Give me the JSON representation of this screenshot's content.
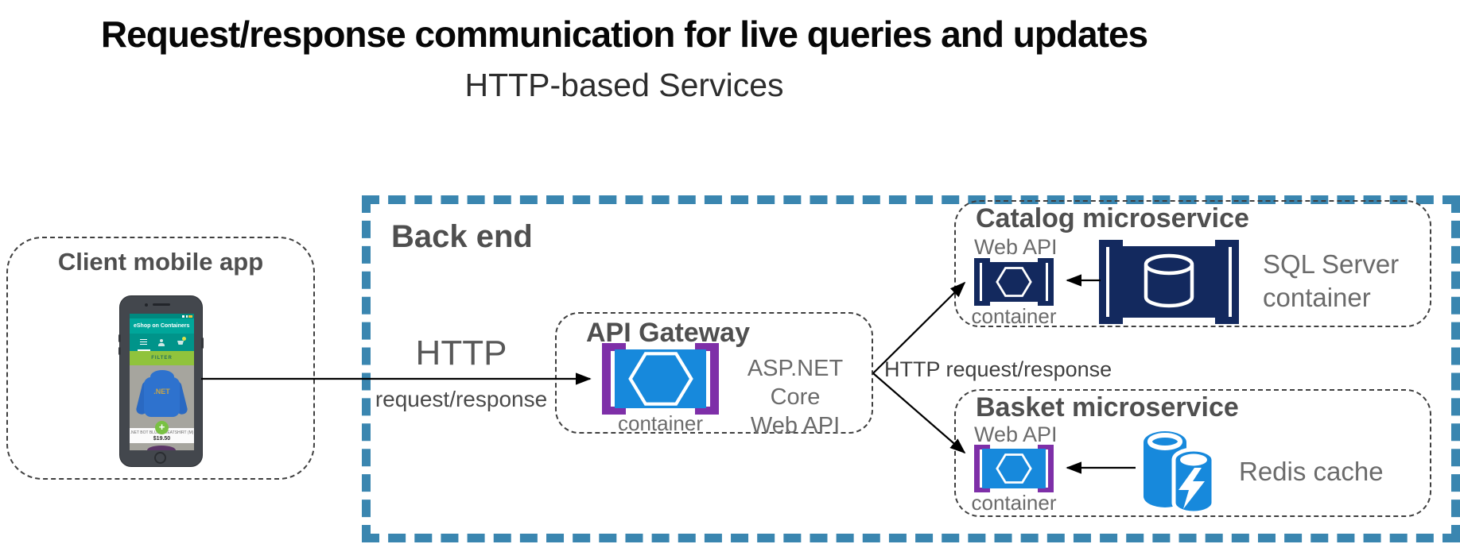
{
  "header": {
    "title": "Request/response communication for live queries and updates",
    "subtitle": "HTTP-based Services"
  },
  "client": {
    "title": "Client mobile app",
    "phone": {
      "app_title": "eShop on Containers",
      "filter_label": "FILTER",
      "hoodie_logo": ".NET",
      "plus_label": "+",
      "product_name": ".NET BOT BLUE SWEATSHIRT (M)",
      "product_price": "$19.50"
    }
  },
  "backend": {
    "title": "Back end",
    "gateway": {
      "title": "API Gateway",
      "container_label": "container",
      "side_text_line1": "ASP.NET Core",
      "side_text_line2": "Web API"
    },
    "catalog": {
      "title": "Catalog microservice",
      "webapi_label": "Web API",
      "container_label": "container",
      "db_text_line1": "SQL Server",
      "db_text_line2": "container"
    },
    "basket": {
      "title": "Basket microservice",
      "webapi_label": "Web API",
      "container_label": "container",
      "cache_text": "Redis cache"
    }
  },
  "arrows": {
    "client_to_gateway_line1": "HTTP",
    "client_to_gateway_line2": "request/response",
    "gateway_fork_label": "HTTP request/response"
  },
  "colors": {
    "backend_border_blue": "#3a86b0",
    "azure_container": "#1789dc",
    "navy_container": "#13295e",
    "purple_bracket": "#7e2fa8",
    "dashed_border_gray": "#3f3f3f",
    "title_gray": "#4f4f4f"
  }
}
